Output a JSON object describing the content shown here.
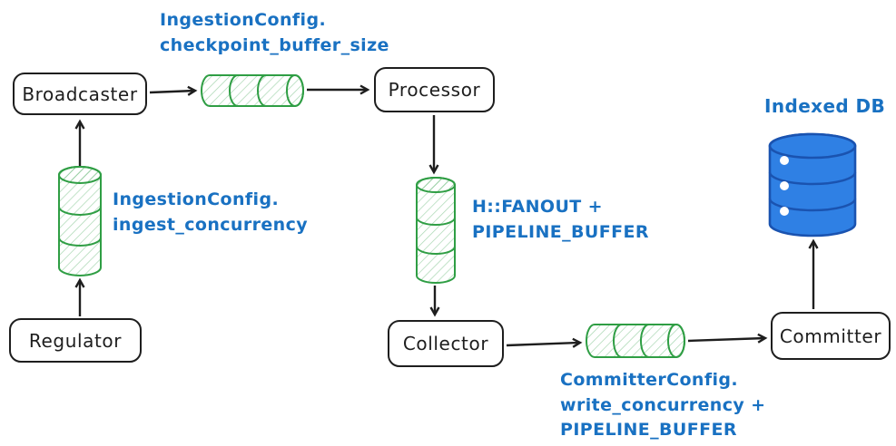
{
  "diagram": {
    "nodes": {
      "broadcaster": "Broadcaster",
      "processor": "Processor",
      "regulator": "Regulator",
      "collector": "Collector",
      "committer": "Committer"
    },
    "labels": {
      "checkpoint": {
        "line1": "IngestionConfig.",
        "line2": "checkpoint_buffer_size"
      },
      "ingest": {
        "line1": "IngestionConfig.",
        "line2": "ingest_concurrency"
      },
      "fanout": {
        "line1": "H::FANOUT +",
        "line2": "PIPELINE_BUFFER"
      },
      "committer_config": {
        "line1": "CommitterConfig.",
        "line2": "write_concurrency +",
        "line3": "PIPELINE_BUFFER"
      },
      "indexed_db": "Indexed DB"
    },
    "icons": {
      "buffer": "queue-cylinder-icon",
      "database": "database-cylinder-icon",
      "arrow": "arrow-connector"
    },
    "colors": {
      "queue_green": "#2f9e44",
      "label_blue": "#1971c2",
      "ink": "#1e1e1e",
      "db_fill": "#2f80e4",
      "db_stroke": "#1a53b0"
    }
  }
}
